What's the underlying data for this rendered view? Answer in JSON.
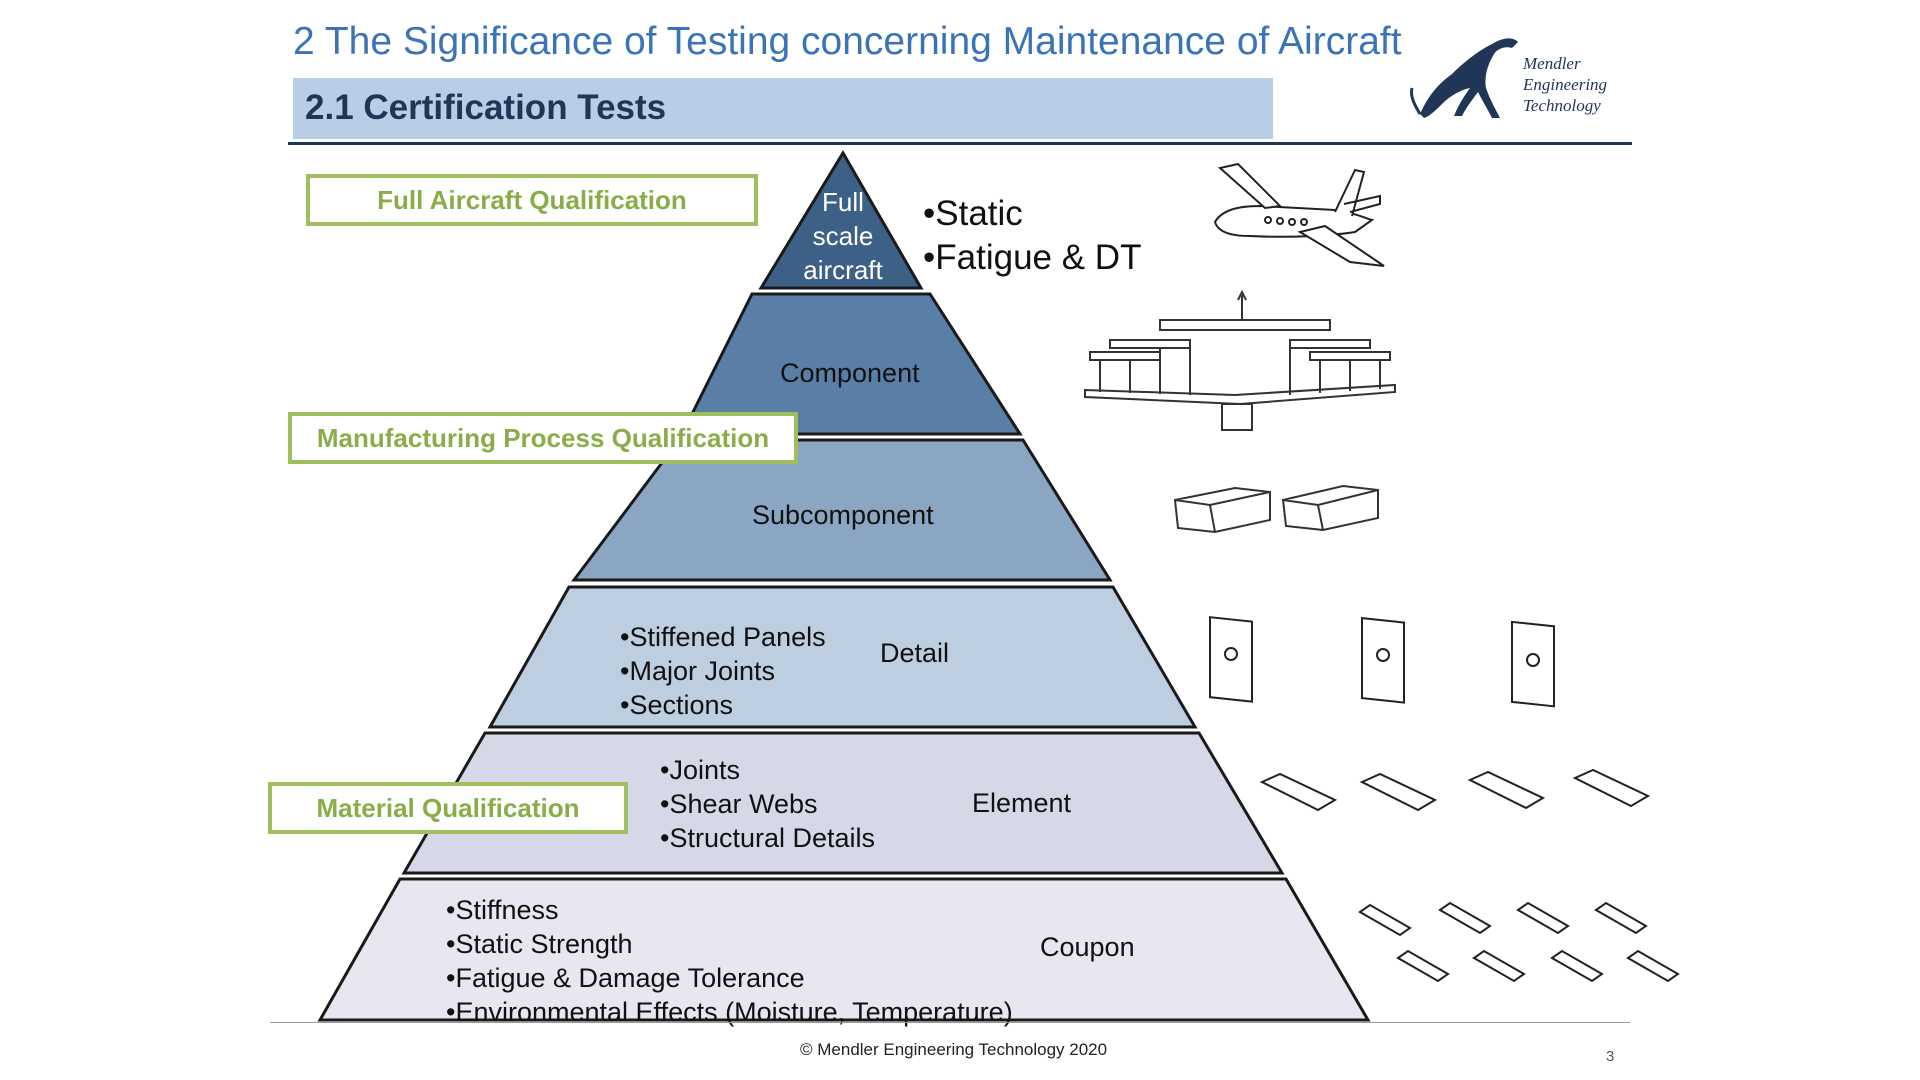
{
  "header": {
    "title": "2 The Significance of Testing concerning Maintenance of Aircraft",
    "subtitle": "2.1 Certification Tests",
    "logo_lines": [
      "Mendler",
      "Engineering",
      "Technology"
    ]
  },
  "qualifications": {
    "full_aircraft": "Full Aircraft Qualification",
    "manufacturing": "Manufacturing Process Qualification",
    "material": "Material Qualification"
  },
  "pyramid": {
    "apex": {
      "lines": [
        "Full",
        "scale",
        "aircraft"
      ],
      "tests": [
        "•Static",
        "•Fatigue & DT"
      ]
    },
    "component": {
      "label": "Component"
    },
    "subcomponent": {
      "label": "Subcomponent"
    },
    "detail": {
      "label": "Detail",
      "bullets": [
        "•Stiffened Panels",
        "•Major Joints",
        "•Sections"
      ]
    },
    "element": {
      "label": "Element",
      "bullets": [
        "•Joints",
        "•Shear Webs",
        "•Structural Details"
      ]
    },
    "coupon": {
      "label": "Coupon",
      "bullets": [
        "•Stiffness",
        "•Static Strength",
        "•Fatigue & Damage Tolerance",
        "•Environmental Effects (Moisture, Temperature)"
      ]
    }
  },
  "colors": {
    "title": "#3a74b6",
    "subtitle_bar": "#b8cde6",
    "qualification_border": "#9ebf5c",
    "tier_apex": "#3d6186",
    "tier_component": "#5a7fa6",
    "tier_subcomponent": "#8aa6c3",
    "tier_detail": "#bccedf",
    "tier_element": "#d7d8e7",
    "tier_coupon": "#e6e7f0"
  },
  "footer": {
    "copyright": "© Mendler Engineering Technology 2020",
    "page_number": "3"
  }
}
